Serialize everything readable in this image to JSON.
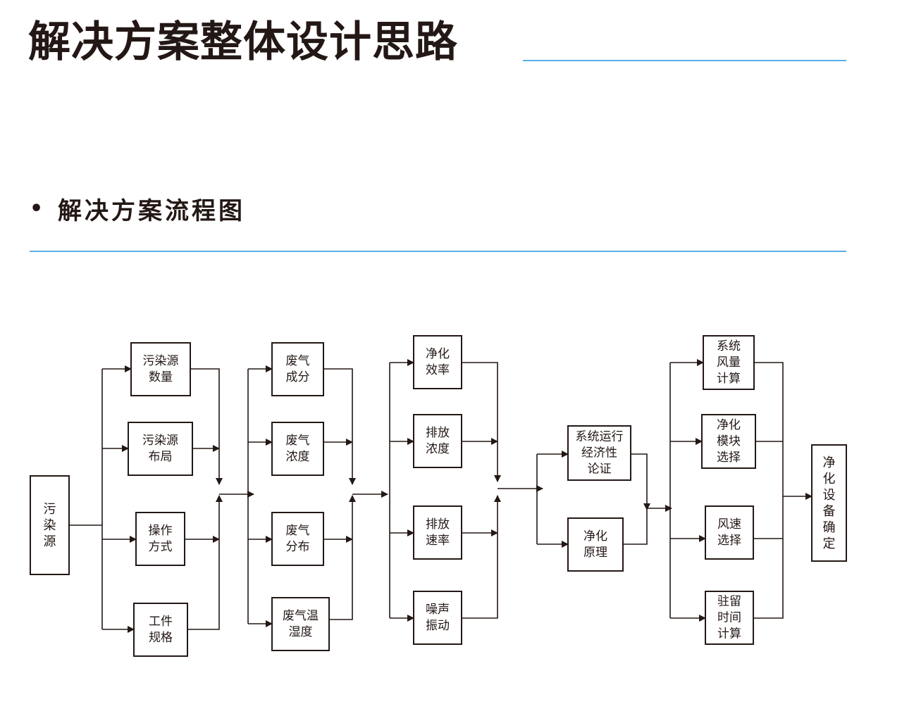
{
  "page": {
    "title": "解决方案整体设计思路",
    "accent_color": "#5aaee5"
  },
  "section": {
    "bullet": "•",
    "title": "解决方案流程图"
  },
  "flowchart": {
    "source": "污染源",
    "stage1": [
      "污染源数量",
      "污染源布局",
      "操作方式",
      "工件规格"
    ],
    "stage2": [
      "废气成分",
      "废气浓度",
      "废气分布",
      "废气温湿度"
    ],
    "stage3": [
      "净化效率",
      "排放浓度",
      "排放速率",
      "噪声振动"
    ],
    "stage4": [
      "系统运行经济性论证",
      "净化原理"
    ],
    "stage5": [
      "系统风量计算",
      "净化模块选择",
      "风速选择",
      "驻留时间计算"
    ],
    "result": "净化设备确定"
  }
}
